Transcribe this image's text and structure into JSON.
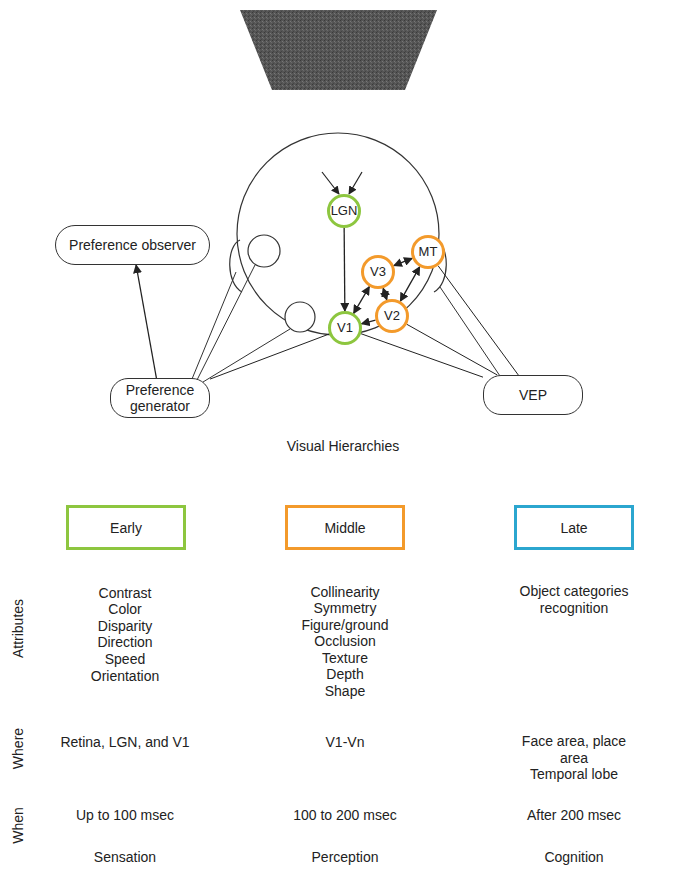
{
  "diagram": {
    "nodes": [
      {
        "text": [
          "LGN"
        ]
      },
      {
        "text": [
          "Preference observer"
        ]
      },
      {
        "text": [
          "MT"
        ]
      },
      {
        "text": [
          "V3"
        ]
      },
      {
        "text": [
          "V2"
        ]
      },
      {
        "text": [
          "V1"
        ]
      },
      {
        "text": [
          "Preference generator"
        ]
      },
      {
        "text": [
          "VEP"
        ]
      },
      {
        "text": [
          "Early"
        ]
      },
      {
        "text": [
          "Middle"
        ]
      },
      {
        "text": [
          "Late"
        ]
      }
    ],
    "edges": [
      {
        "from": 0,
        "to": 5,
        "arrow": "to"
      },
      {
        "from": 5,
        "to": 3,
        "arrow": "both"
      },
      {
        "from": 3,
        "to": 2,
        "arrow": "both"
      },
      {
        "from": 3,
        "to": 4,
        "arrow": "both"
      },
      {
        "from": 2,
        "to": 4,
        "arrow": "both"
      },
      {
        "from": 4,
        "to": 5,
        "arrow": "to"
      },
      {
        "from": 6,
        "to": 1,
        "arrow": "to"
      },
      {
        "from": 6,
        "to": 5,
        "arrow": "none"
      },
      {
        "from": 7,
        "to": 5,
        "arrow": "none"
      },
      {
        "from": 7,
        "to": 4,
        "arrow": "none"
      },
      {
        "from": 7,
        "to": 2,
        "arrow": "none"
      }
    ],
    "labels": [
      "Visual Hierarchies",
      "Attributes",
      "Contrast",
      "Color",
      "Disparity",
      "Direction",
      "Speed",
      "Orientation",
      "Collinearity",
      "Symmetry",
      "Figure/ground",
      "Occlusion",
      "Texture",
      "Depth",
      "Shape",
      "Object categories recognition",
      "Where",
      "Retina, LGN, and V1",
      "V1-Vn",
      "Face area, place area",
      "Temporal lobe",
      "When",
      "Up to 100 msec",
      "100 to 200 msec",
      "After 200 msec",
      "Sensation",
      "Perception",
      "Cognition"
    ]
  }
}
